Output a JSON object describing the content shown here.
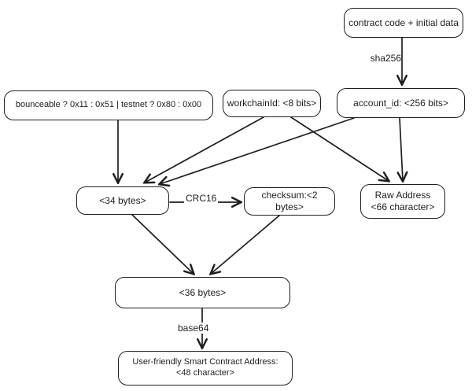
{
  "diagram": {
    "nodes": {
      "contract_code": {
        "label": "contract code + initial data"
      },
      "bounceable": {
        "label": "bounceable ? 0x11 : 0x51 | testnet ? 0x80 : 0x00"
      },
      "workchain": {
        "label": "workchainId: <8 bits>"
      },
      "account_id": {
        "label": "account_id: <256 bits>"
      },
      "bytes34": {
        "label": "<34 bytes>"
      },
      "checksum": {
        "label": "checksum:<2 bytes>"
      },
      "raw_address": {
        "line1": "Raw Address",
        "line2": "<66 character>"
      },
      "bytes36": {
        "label": "<36 bytes>"
      },
      "friendly": {
        "line1": "User-friendly Smart Contract Address:",
        "line2": "<48 character>"
      }
    },
    "edge_labels": {
      "sha256": "sha256",
      "crc16": "CRC16",
      "base64": "base64"
    },
    "colors": {
      "stroke": "#1e1e1e",
      "background": "#ffffff"
    }
  }
}
